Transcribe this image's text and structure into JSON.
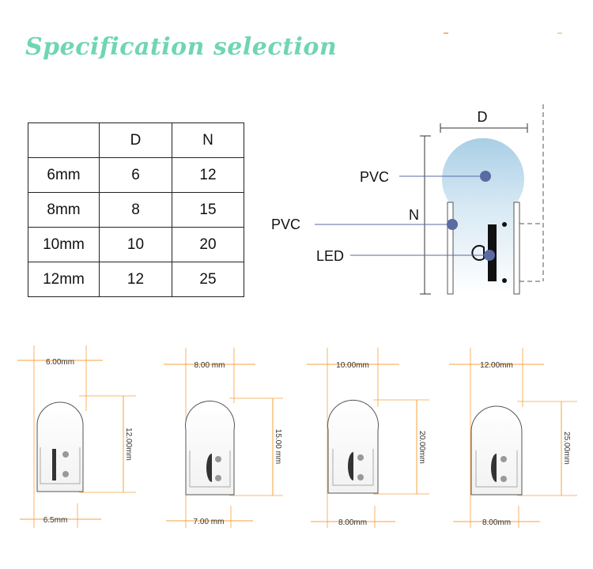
{
  "title": "Specification selection",
  "colors": {
    "title": "#6fd6b1",
    "dimension_line": "#f5a142",
    "pvc_fill": "#a9cfe6",
    "pointer": "#5b6aa3"
  },
  "table": {
    "headers": [
      "",
      "D",
      "N"
    ],
    "rows": [
      [
        "6mm",
        "6",
        "12"
      ],
      [
        "8mm",
        "8",
        "15"
      ],
      [
        "10mm",
        "10",
        "20"
      ],
      [
        "12mm",
        "12",
        "25"
      ]
    ]
  },
  "cross_section": {
    "dim_d": "D",
    "dim_n": "N",
    "label_pvc_top": "PVC",
    "label_pvc_side": "PVC",
    "label_led": "LED"
  },
  "profiles": [
    {
      "width": "6.00mm",
      "height": "12.00mm",
      "base": "6.5mm"
    },
    {
      "width": "8.00 mm",
      "height": "15.00 mm",
      "base": "7.00 mm"
    },
    {
      "width": "10.00mm",
      "height": "20.00mm",
      "base": "8.00mm"
    },
    {
      "width": "12.00mm",
      "height": "25.00mm",
      "base": "8.00mm"
    }
  ]
}
